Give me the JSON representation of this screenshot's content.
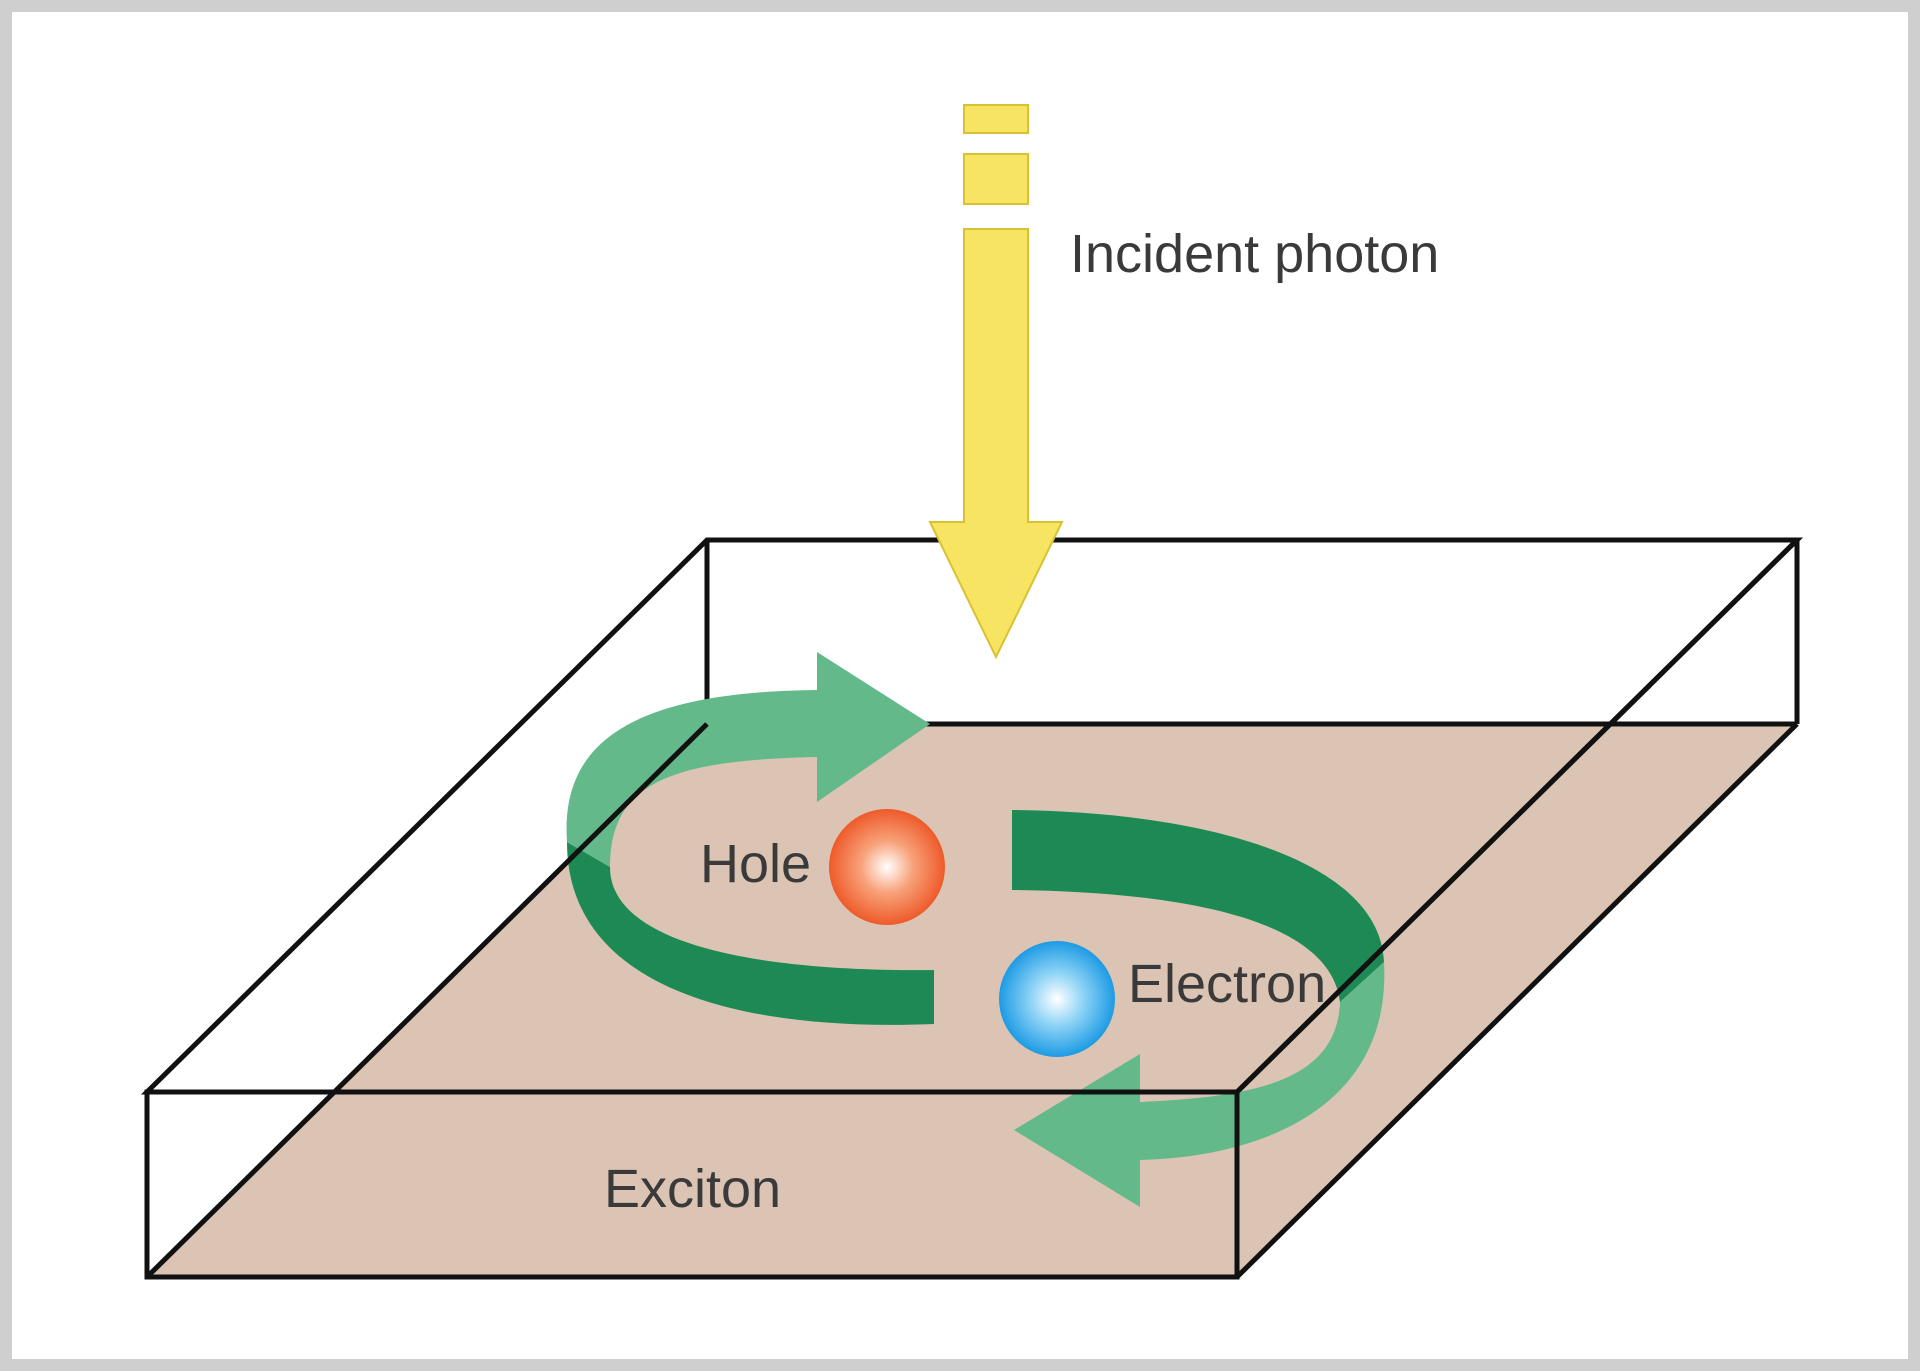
{
  "labels": {
    "incident_photon": "Incident photon",
    "hole": "Hole",
    "electron": "Electron",
    "exciton": "Exciton"
  },
  "colors": {
    "photon_arrow": "#f7e463",
    "slab_fill": "#dcc4b4",
    "arrow_light_green": "#63b98a",
    "arrow_dark_green": "#1d8a55",
    "hole": "#f06a3a",
    "electron": "#2aa8ea",
    "outline": "#111111",
    "frame": "#cfcfcf"
  }
}
